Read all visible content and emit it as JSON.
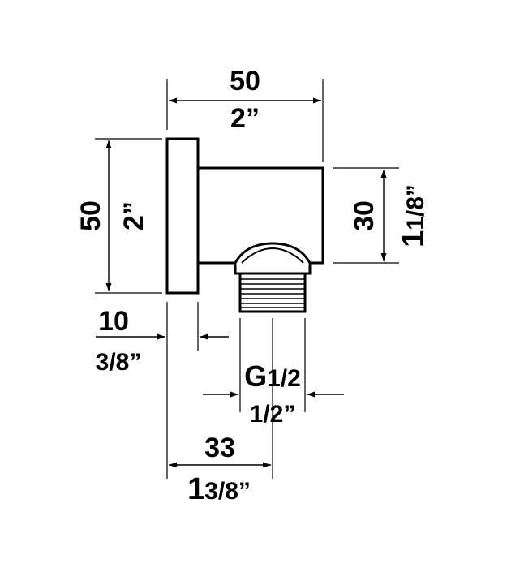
{
  "dimensions": {
    "overall_width": {
      "mm": "50",
      "inch": "2”"
    },
    "overall_height": {
      "mm": "50",
      "inch": "2”"
    },
    "body_height": {
      "mm": "30",
      "inch": "1 1/8”",
      "inch_whole": "1",
      "inch_fraction": "1/8”"
    },
    "plate_thickness": {
      "mm": "10",
      "inch": "3/8”"
    },
    "thread": {
      "label": "G1/2",
      "label_g": "G",
      "label_size": "1/2",
      "inch": "1/2”"
    },
    "outlet_offset": {
      "mm": "33",
      "inch": "1 3/8”",
      "inch_whole": "1",
      "inch_fraction": "3/8”"
    }
  }
}
